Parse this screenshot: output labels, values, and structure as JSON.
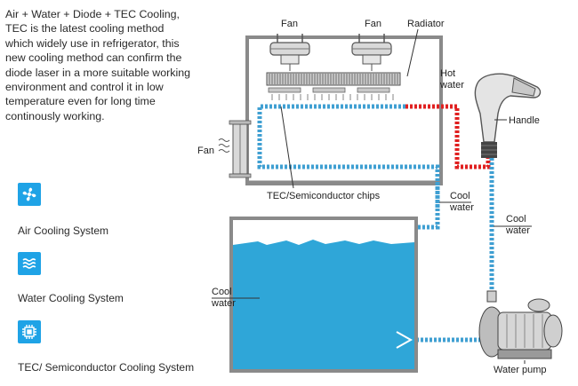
{
  "intro_text": "Air + Water + Diode + TEC Cooling, TEC is the latest cooling method which widely use in refrigerator, this new cooling method can confirm the diode laser in a more suitable working environment and control it in low temperature even for long time continously working.",
  "legend": [
    {
      "icon": "fan-icon",
      "label": "Air Cooling System"
    },
    {
      "icon": "water-waves-icon",
      "label": "Water Cooling System"
    },
    {
      "icon": "chip-icon",
      "label": "TEC/ Semiconductor Cooling System"
    }
  ],
  "labels": {
    "fan_left": "Fan",
    "fan_top1": "Fan",
    "fan_top2": "Fan",
    "radiator": "Radiator",
    "hot_water_1": "Hot",
    "hot_water_2": "water",
    "handle": "Handle",
    "tec_chips": "TEC/Semiconductor chips",
    "cool_water_mid_1": "Cool",
    "cool_water_mid_2": "water",
    "cool_water_right_1": "Cool",
    "cool_water_right_2": "water",
    "cool_water_tank_1": "Cool",
    "cool_water_tank_2": "water",
    "water_pump": "Water pump"
  },
  "colors": {
    "accent_blue": "#1fa3e6",
    "hot_red": "#e02020",
    "cool_blue": "#4aa8d8",
    "water": "#2fa6d8"
  }
}
